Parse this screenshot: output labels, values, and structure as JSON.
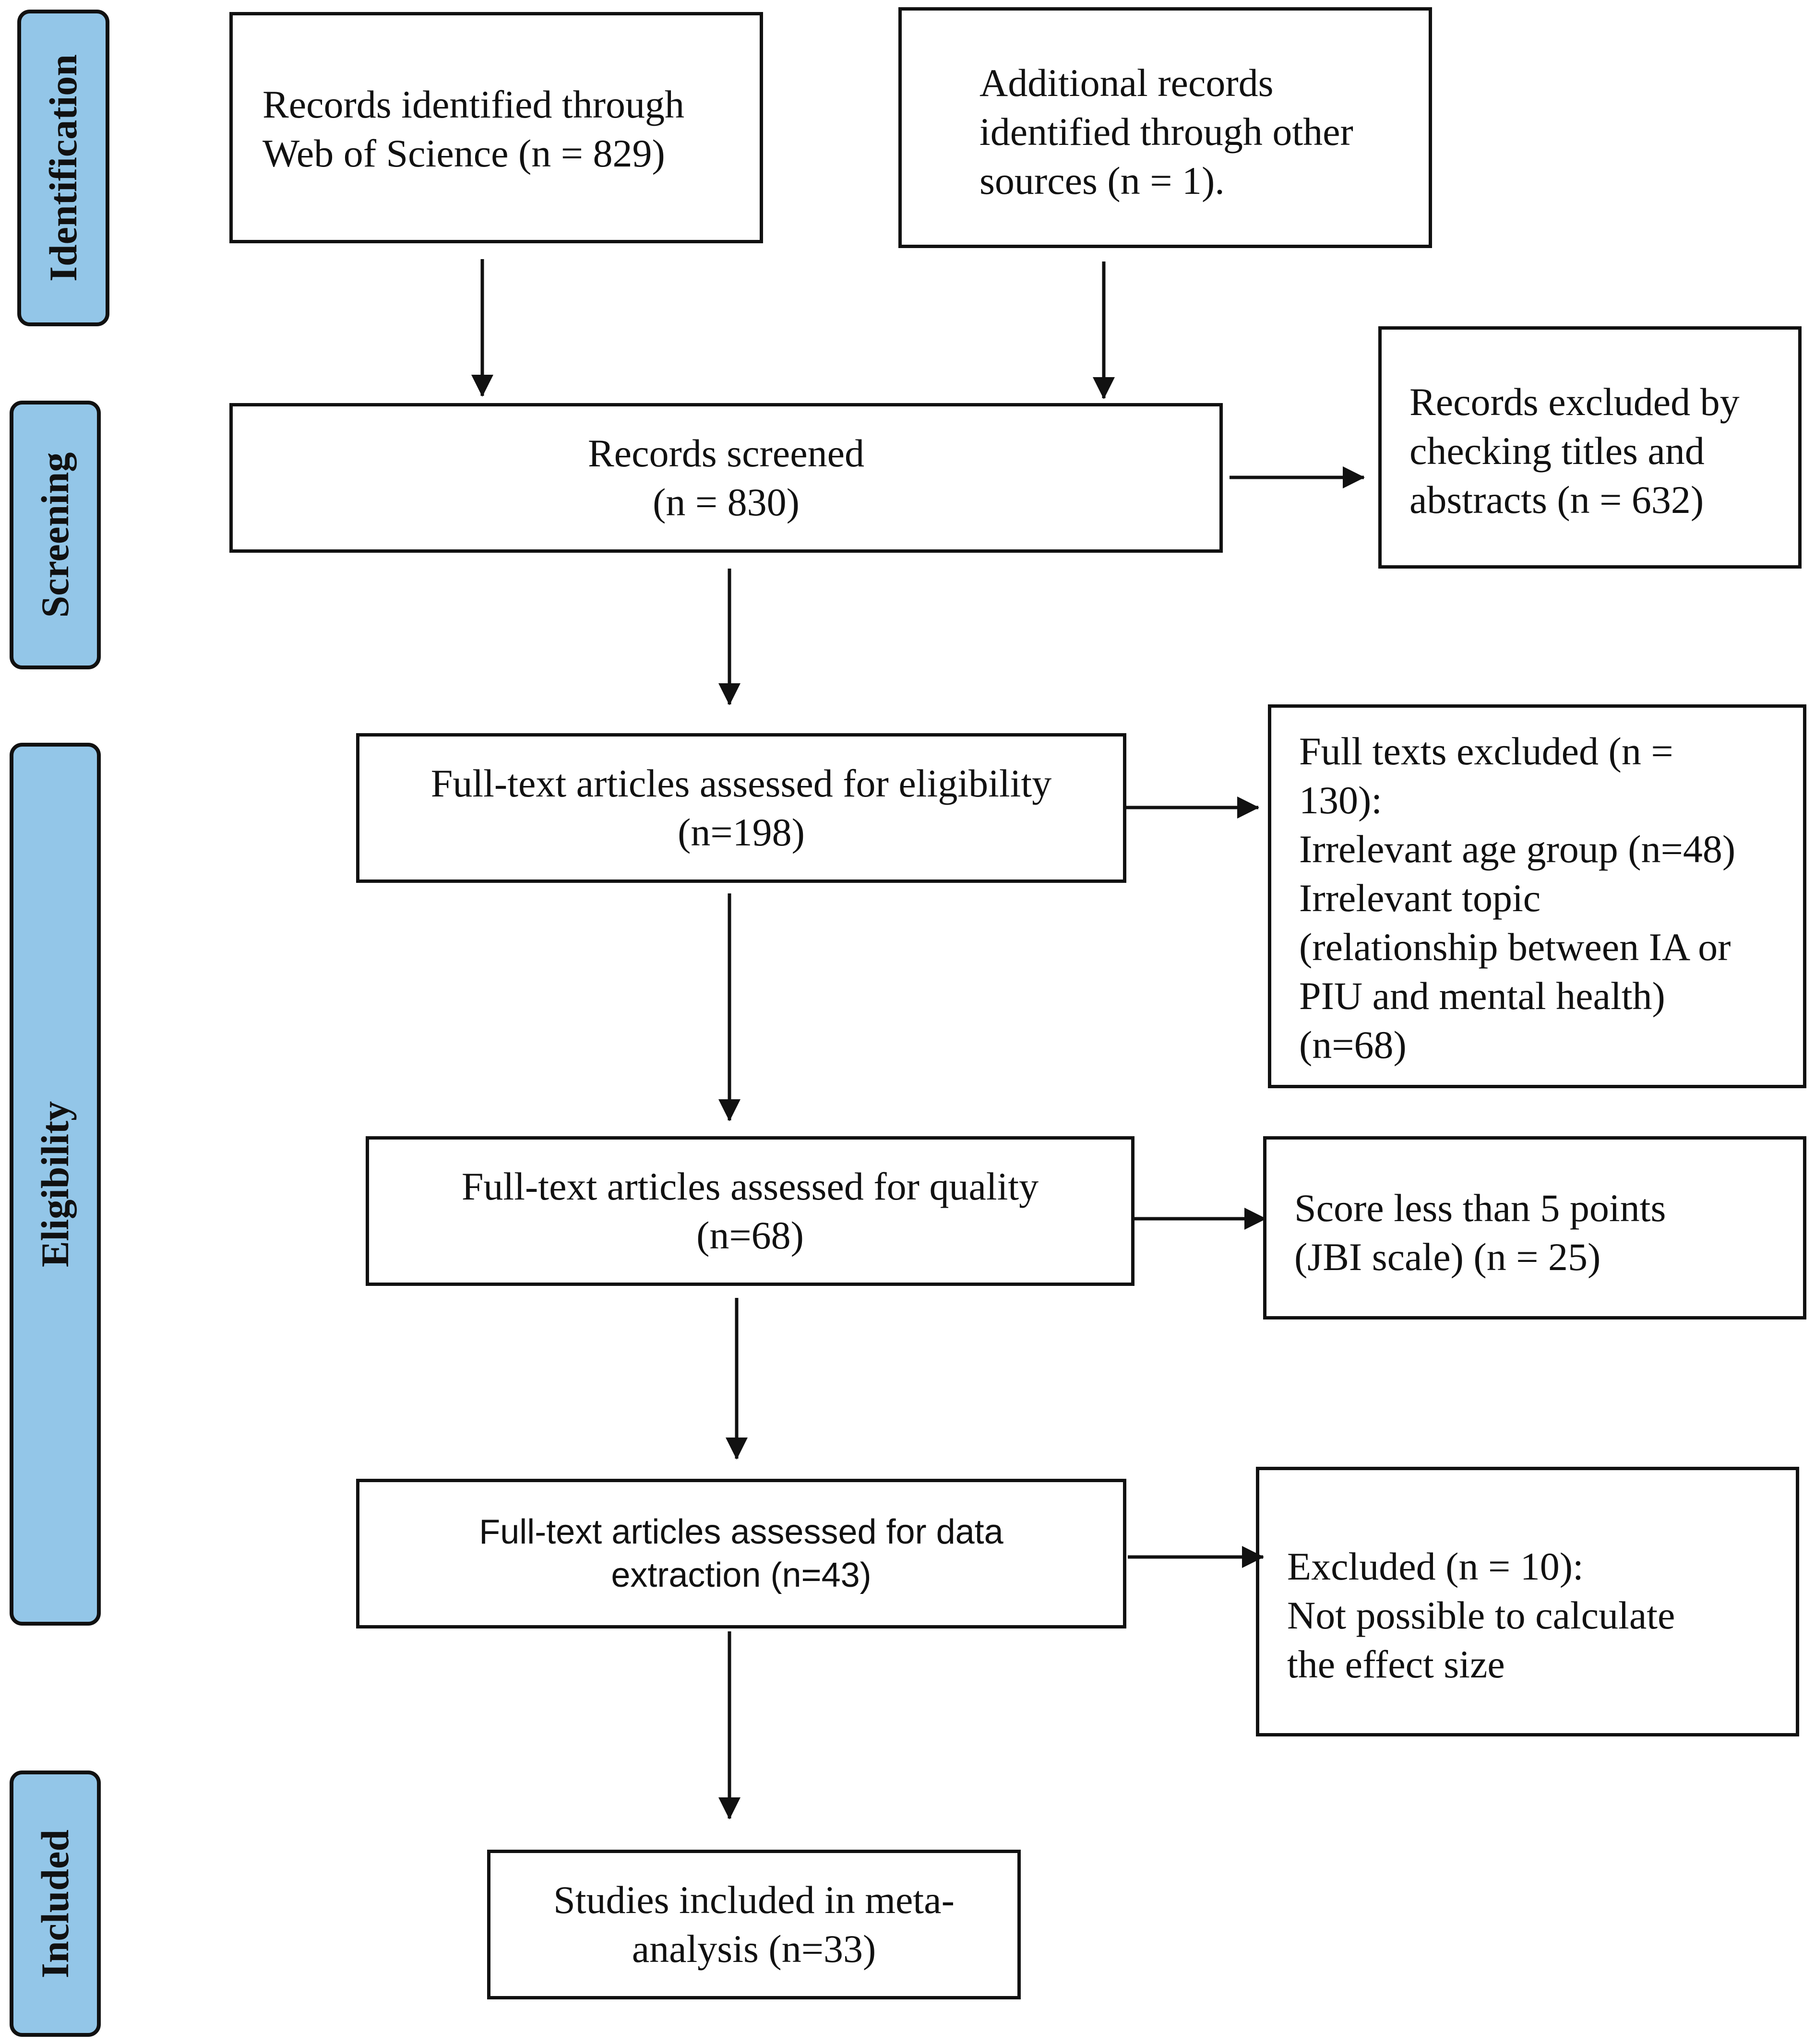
{
  "stages": {
    "identification": "Identification",
    "screening": "Screening",
    "eligibility": "Eligibility",
    "included": "Included"
  },
  "boxes": {
    "records_wos": "Records identified through\nWeb of Science (n = 829)",
    "records_other": "Additional records\nidentified through other\nsources (n = 1).",
    "records_screened": "Records screened\n(n = 830)",
    "excluded_titles": "Records excluded by\nchecking titles and\nabstracts (n = 632)",
    "fulltext_eligibility": "Full-text articles assessed for eligibility\n(n=198)",
    "fulltext_excluded": "Full texts excluded (n =\n130):\nIrrelevant age group (n=48)\nIrrelevant topic\n(relationship between IA or\nPIU and mental health)\n(n=68)",
    "fulltext_quality": "Full-text articles assessed for quality\n(n=68)",
    "score_less": "Score less than 5 points\n(JBI scale) (n = 25)",
    "fulltext_extraction": "Full-text articles assessed for data\nextraction (n=43)",
    "excluded_effect": "Excluded (n = 10):\nNot possible to calculate\nthe effect size",
    "studies_included": "Studies included in meta-\nanalysis (n=33)"
  },
  "colors": {
    "stage_fill": "#93c6e8",
    "line": "#111111"
  }
}
